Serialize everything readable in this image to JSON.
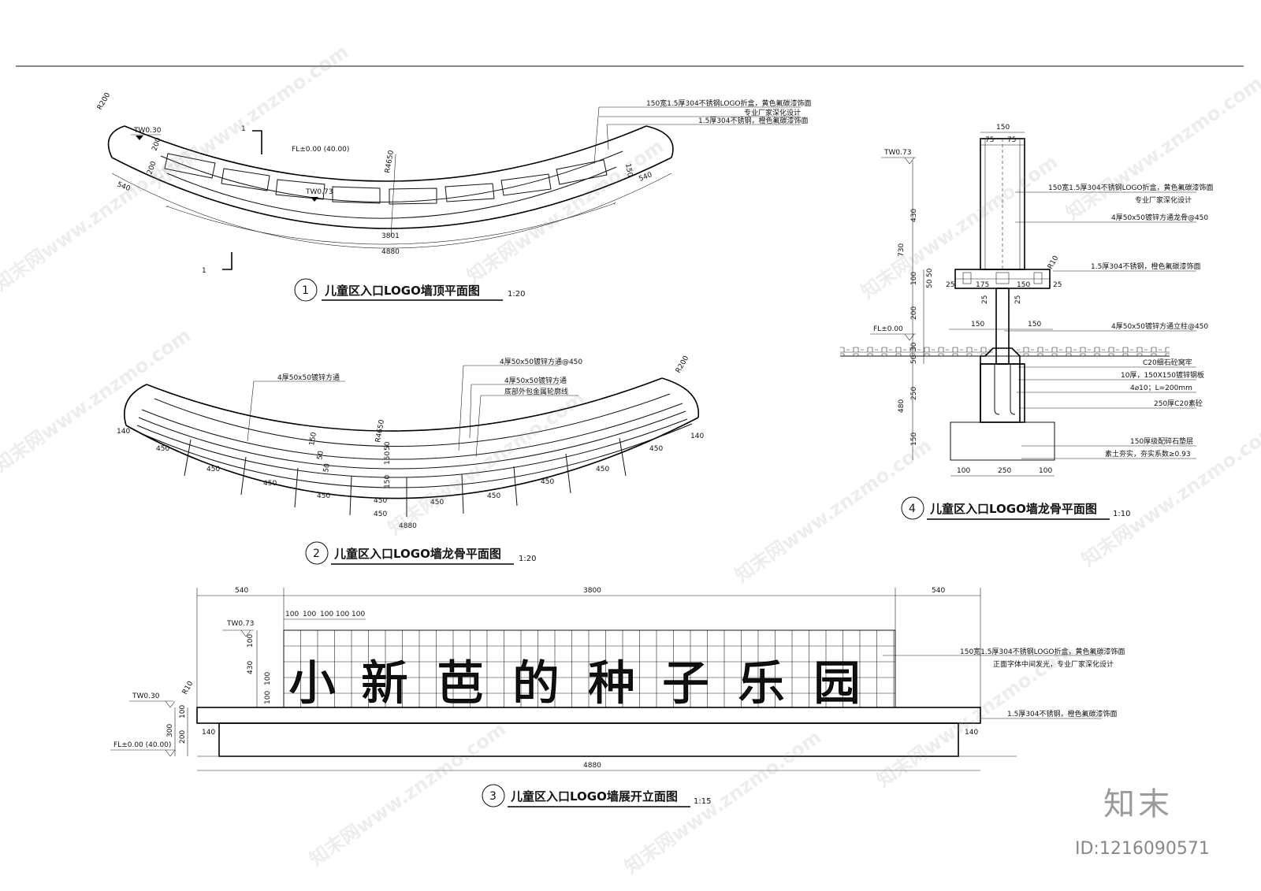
{
  "drawing_1": {
    "number": "1",
    "title": "儿童区入口LOGO墙顶平面图",
    "scale": "1:20",
    "radius_left": "R200",
    "elev_top": "TW0.30",
    "elev_mid": "TW0.73",
    "fl_label": "FL±0.00 (40.00)",
    "radius_main": "R4650",
    "dim_200a": "200",
    "dim_200b": "200",
    "dim_540_left": "540",
    "dim_540_right": "540",
    "dim_150": "150",
    "dim_3801": "3801",
    "dim_4880": "4880",
    "section_marker_top": "1",
    "section_marker_bottom": "1",
    "notes": [
      "150宽1.5厚304不锈钢LOGO折盒，黄色氟碳漆饰面",
      "专业厂家深化设计",
      "1.5厚304不锈钢，橙色氟碳漆饰面"
    ]
  },
  "drawing_2": {
    "number": "2",
    "title": "儿童区入口LOGO墙龙骨平面图",
    "scale": "1:20",
    "radius_right": "R200",
    "radius_main": "R4650",
    "notes": [
      "4厚50x50镀锌方通",
      "4厚50x50镀锌方通@450",
      "4厚50x50镀锌方通",
      "底部外包金属轮廓线"
    ],
    "dim_140_left": "140",
    "dim_140_right": "140",
    "dim_4880": "4880",
    "spacing": [
      "450",
      "450",
      "450",
      "450",
      "450",
      "450",
      "450",
      "450",
      "450",
      "450",
      "450"
    ],
    "dims_mid": [
      "150",
      "50",
      "50",
      "150",
      "150",
      "50"
    ]
  },
  "drawing_3": {
    "number": "3",
    "title": "儿童区入口LOGO墙展开立面图",
    "scale": "1:15",
    "logo_text": [
      "小",
      "新",
      "芭",
      "的",
      "种",
      "子",
      "乐",
      "园"
    ],
    "dim_540_left": "540",
    "dim_3800": "3800",
    "dim_540_right": "540",
    "grid_dims": [
      "100",
      "100",
      "100",
      "100",
      "100"
    ],
    "height_dims": [
      "100",
      "430",
      "100",
      "100"
    ],
    "base_dims": [
      "100",
      "300",
      "200"
    ],
    "dim_140_left": "140",
    "dim_140_right": "140",
    "dim_4880": "4880",
    "elev_top": "TW0.73",
    "elev_base": "TW0.30",
    "fl_label": "FL±0.00 (40.00)",
    "radius": "R10",
    "notes": [
      "150宽1.5厚304不锈钢LOGO折盒，黄色氟碳漆饰面",
      "正面字体中间发光，专业厂家深化设计",
      "1.5厚304不锈钢，橙色氟碳漆饰面"
    ]
  },
  "drawing_4": {
    "number": "4",
    "title": "儿童区入口LOGO墙龙骨平面图",
    "scale": "1:10",
    "elev_top": "TW0.73",
    "fl_label": "FL±0.00",
    "top_dims": [
      "150",
      "75",
      "75"
    ],
    "height_dims": [
      "430",
      "730",
      "100",
      "50",
      "50",
      "200",
      "30",
      "50",
      "250",
      "480",
      "150"
    ],
    "cap_dims": [
      "25",
      "175",
      "150",
      "25"
    ],
    "small_dims": [
      "25",
      "25"
    ],
    "mid_dims": [
      "150",
      "150"
    ],
    "bottom_dims": [
      "100",
      "250",
      "100"
    ],
    "radius": "R10",
    "notes": [
      "150宽1.5厚304不锈钢LOGO折盒，黄色氟碳漆饰面",
      "专业厂家深化设计",
      "4厚50x50镀锌方通龙骨@450",
      "1.5厚304不锈钢，橙色氟碳漆饰面",
      "4厚50x50镀锌方通立柱@450",
      "C20细石砼窝牢",
      "10厚，150X150镀锌钢板",
      "4⌀10；L=200mm",
      "250厚C20素砼",
      "150厚级配碎石垫层",
      "素土夯实，夯实系数≥0.93"
    ]
  },
  "branding": {
    "logo": "知末",
    "id": "ID:1216090571",
    "watermark": "知末网www.znzmo.com"
  }
}
